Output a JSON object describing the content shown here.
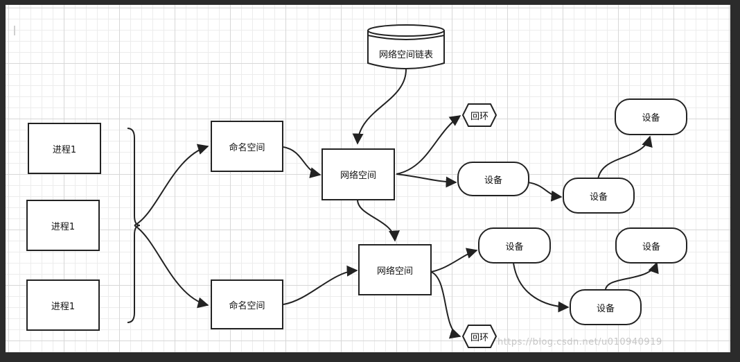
{
  "processes": [
    "进程1",
    "进程1",
    "进程1"
  ],
  "namespaces": {
    "top": "命名空间",
    "bottom": "命名空间"
  },
  "net_spaces": {
    "top": "网络空间",
    "bottom": "网络空间"
  },
  "db_label": "网络空间链表",
  "loopback": {
    "top": "回环",
    "bottom": "回环"
  },
  "devices": {
    "d1": "设备",
    "d2": "设备",
    "d3": "设备",
    "d4": "设备",
    "d5": "设备",
    "d6": "设备"
  },
  "watermark": "https://blog.csdn.net/u010940919"
}
